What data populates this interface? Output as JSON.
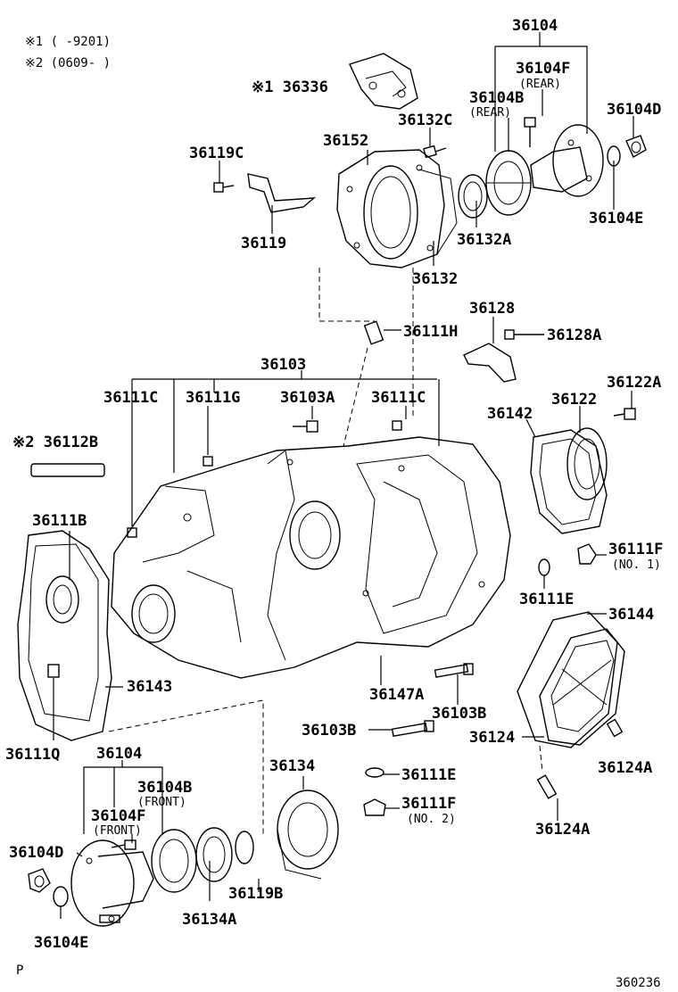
{
  "notes": {
    "note1": "※1 (     -9201)",
    "note2": "※2 (0609-     )"
  },
  "footer": {
    "left_mark": "P",
    "diagram_number": "360236"
  },
  "labels": {
    "l36104_top": "36104",
    "l36104F_top": "36104F",
    "l36104F_top_sub": "(REAR)",
    "l36336": "※1 36336",
    "l36104B_top": "36104B",
    "l36104B_top_sub": "(REAR)",
    "l36104D_top": "36104D",
    "l36132C": "36132C",
    "l36152": "36152",
    "l36119C": "36119C",
    "l36104E_top": "36104E",
    "l36132A": "36132A",
    "l36119": "36119",
    "l36132": "36132",
    "l36128": "36128",
    "l36111H": "36111H",
    "l36128A": "36128A",
    "l36103": "36103",
    "l36111C_left": "36111C",
    "l36111G": "36111G",
    "l36103A": "36103A",
    "l36111C_right": "36111C",
    "l36122A": "36122A",
    "l36142": "36142",
    "l36122": "36122",
    "l36112B": "※2 36112B",
    "l36111B": "36111B",
    "l36111F_top": "36111F",
    "l36111F_top_sub": "(NO. 1)",
    "l36111E_top": "36111E",
    "l36144": "36144",
    "l36143": "36143",
    "l36147A": "36147A",
    "l36103B_right": "36103B",
    "l36103B_left": "36103B",
    "l36124": "36124",
    "l36111Q": "36111Q",
    "l36104_bottom": "36104",
    "l36134": "36134",
    "l36111E_bottom": "36111E",
    "l36124A_right": "36124A",
    "l36104B_bottom": "36104B",
    "l36104B_bottom_sub": "(FRONT)",
    "l36104F_bottom": "36104F",
    "l36104F_bottom_sub": "(FRONT)",
    "l36111F_bottom": "36111F",
    "l36111F_bottom_sub": "(NO. 2)",
    "l36124A_bottom": "36124A",
    "l36104D_bottom": "36104D",
    "l36119B": "36119B",
    "l36134A": "36134A",
    "l36104E_bottom": "36104E"
  }
}
